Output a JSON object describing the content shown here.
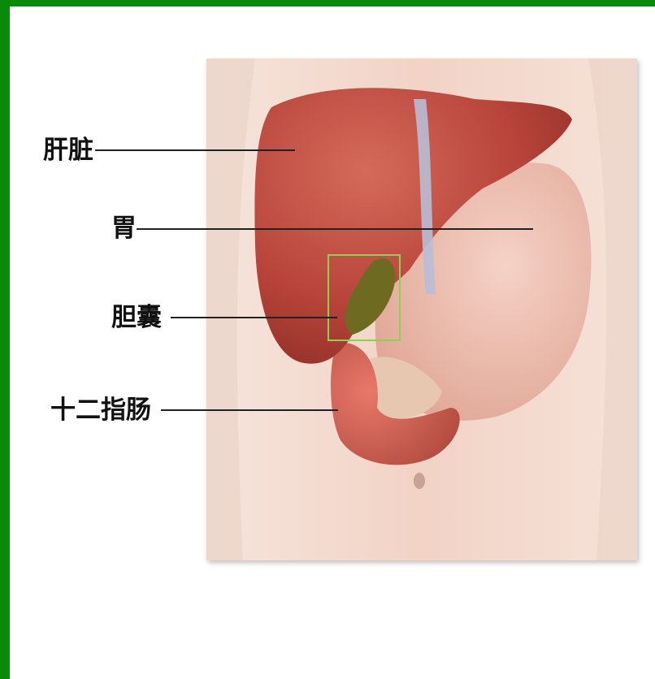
{
  "colors": {
    "frame": "#0a8a0a",
    "highlight": "#8fd14f",
    "liver": "#b8443a",
    "stomach": "#e9b6a8",
    "skin": "#f1d6ca",
    "gallbladder": "#6e6a22"
  },
  "labels": {
    "liver": "肝脏",
    "stomach": "胃",
    "gallbladder": "胆囊",
    "duodenum": "十二指肠"
  }
}
